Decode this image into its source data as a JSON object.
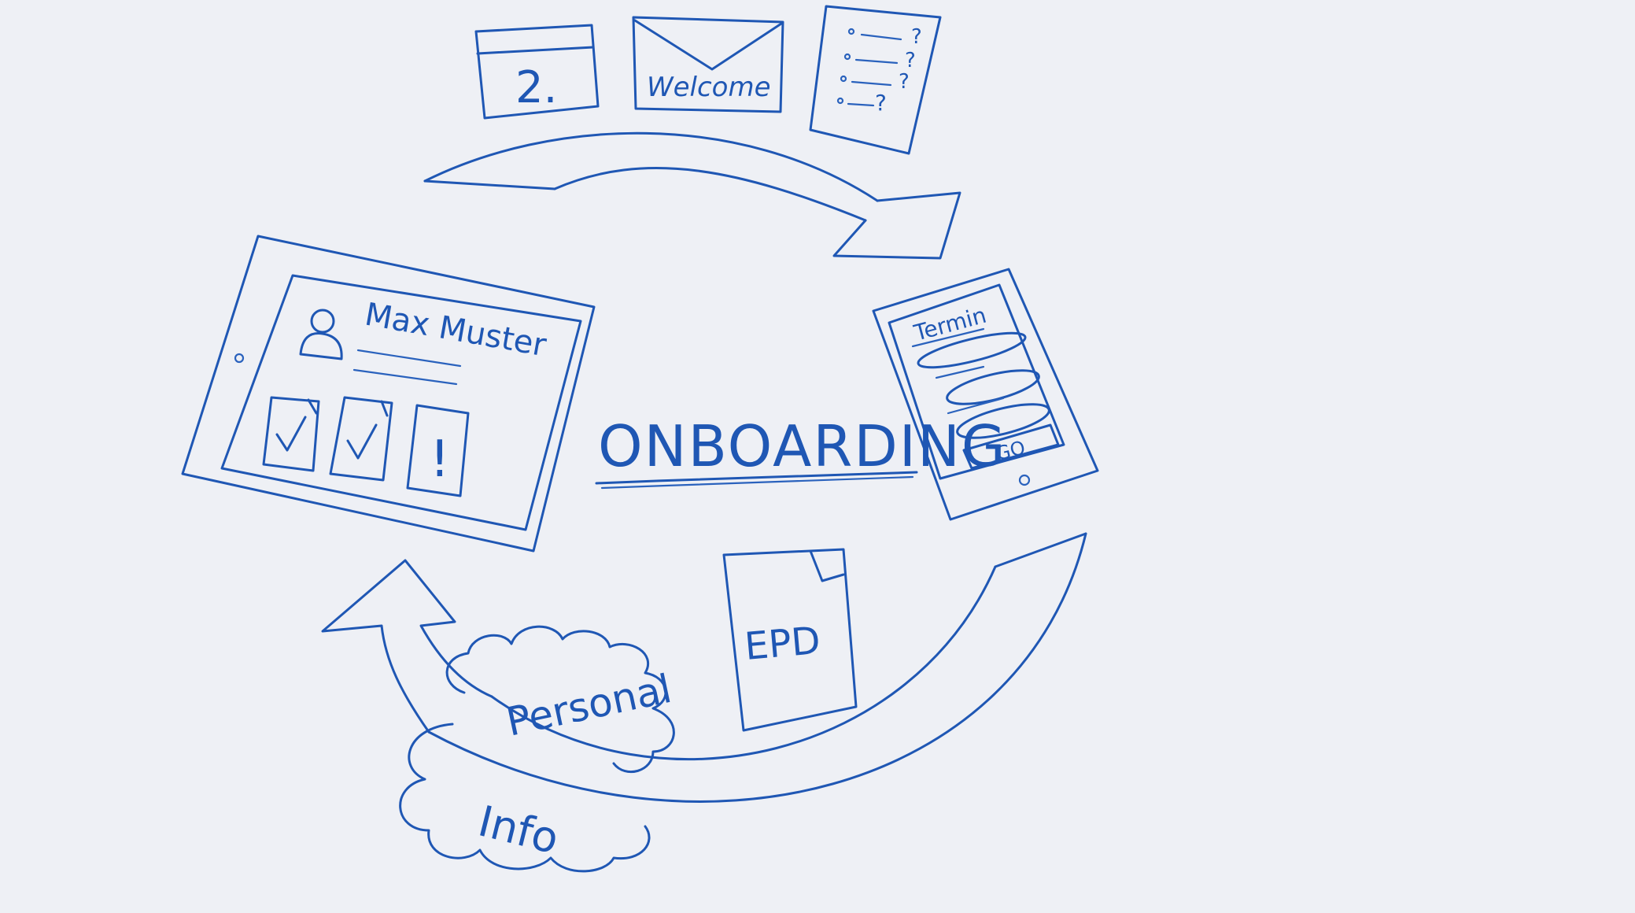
{
  "title": "ONBOARDING",
  "icons": {
    "calendar_label": "2.",
    "envelope_label": "Welcome",
    "checklist_marks": [
      "?",
      "?",
      "?",
      "?"
    ]
  },
  "tablet": {
    "user_name": "Max Muster",
    "tiles": [
      "check",
      "check",
      "alert"
    ],
    "alert_mark": "!"
  },
  "phone": {
    "header": "Termin",
    "button_label": "GO"
  },
  "document": {
    "label": "EPD"
  },
  "clouds": {
    "upper": "Personal",
    "lower": "Info"
  },
  "colors": {
    "ink": "#1f57b4",
    "paper": "#eef0f5"
  }
}
